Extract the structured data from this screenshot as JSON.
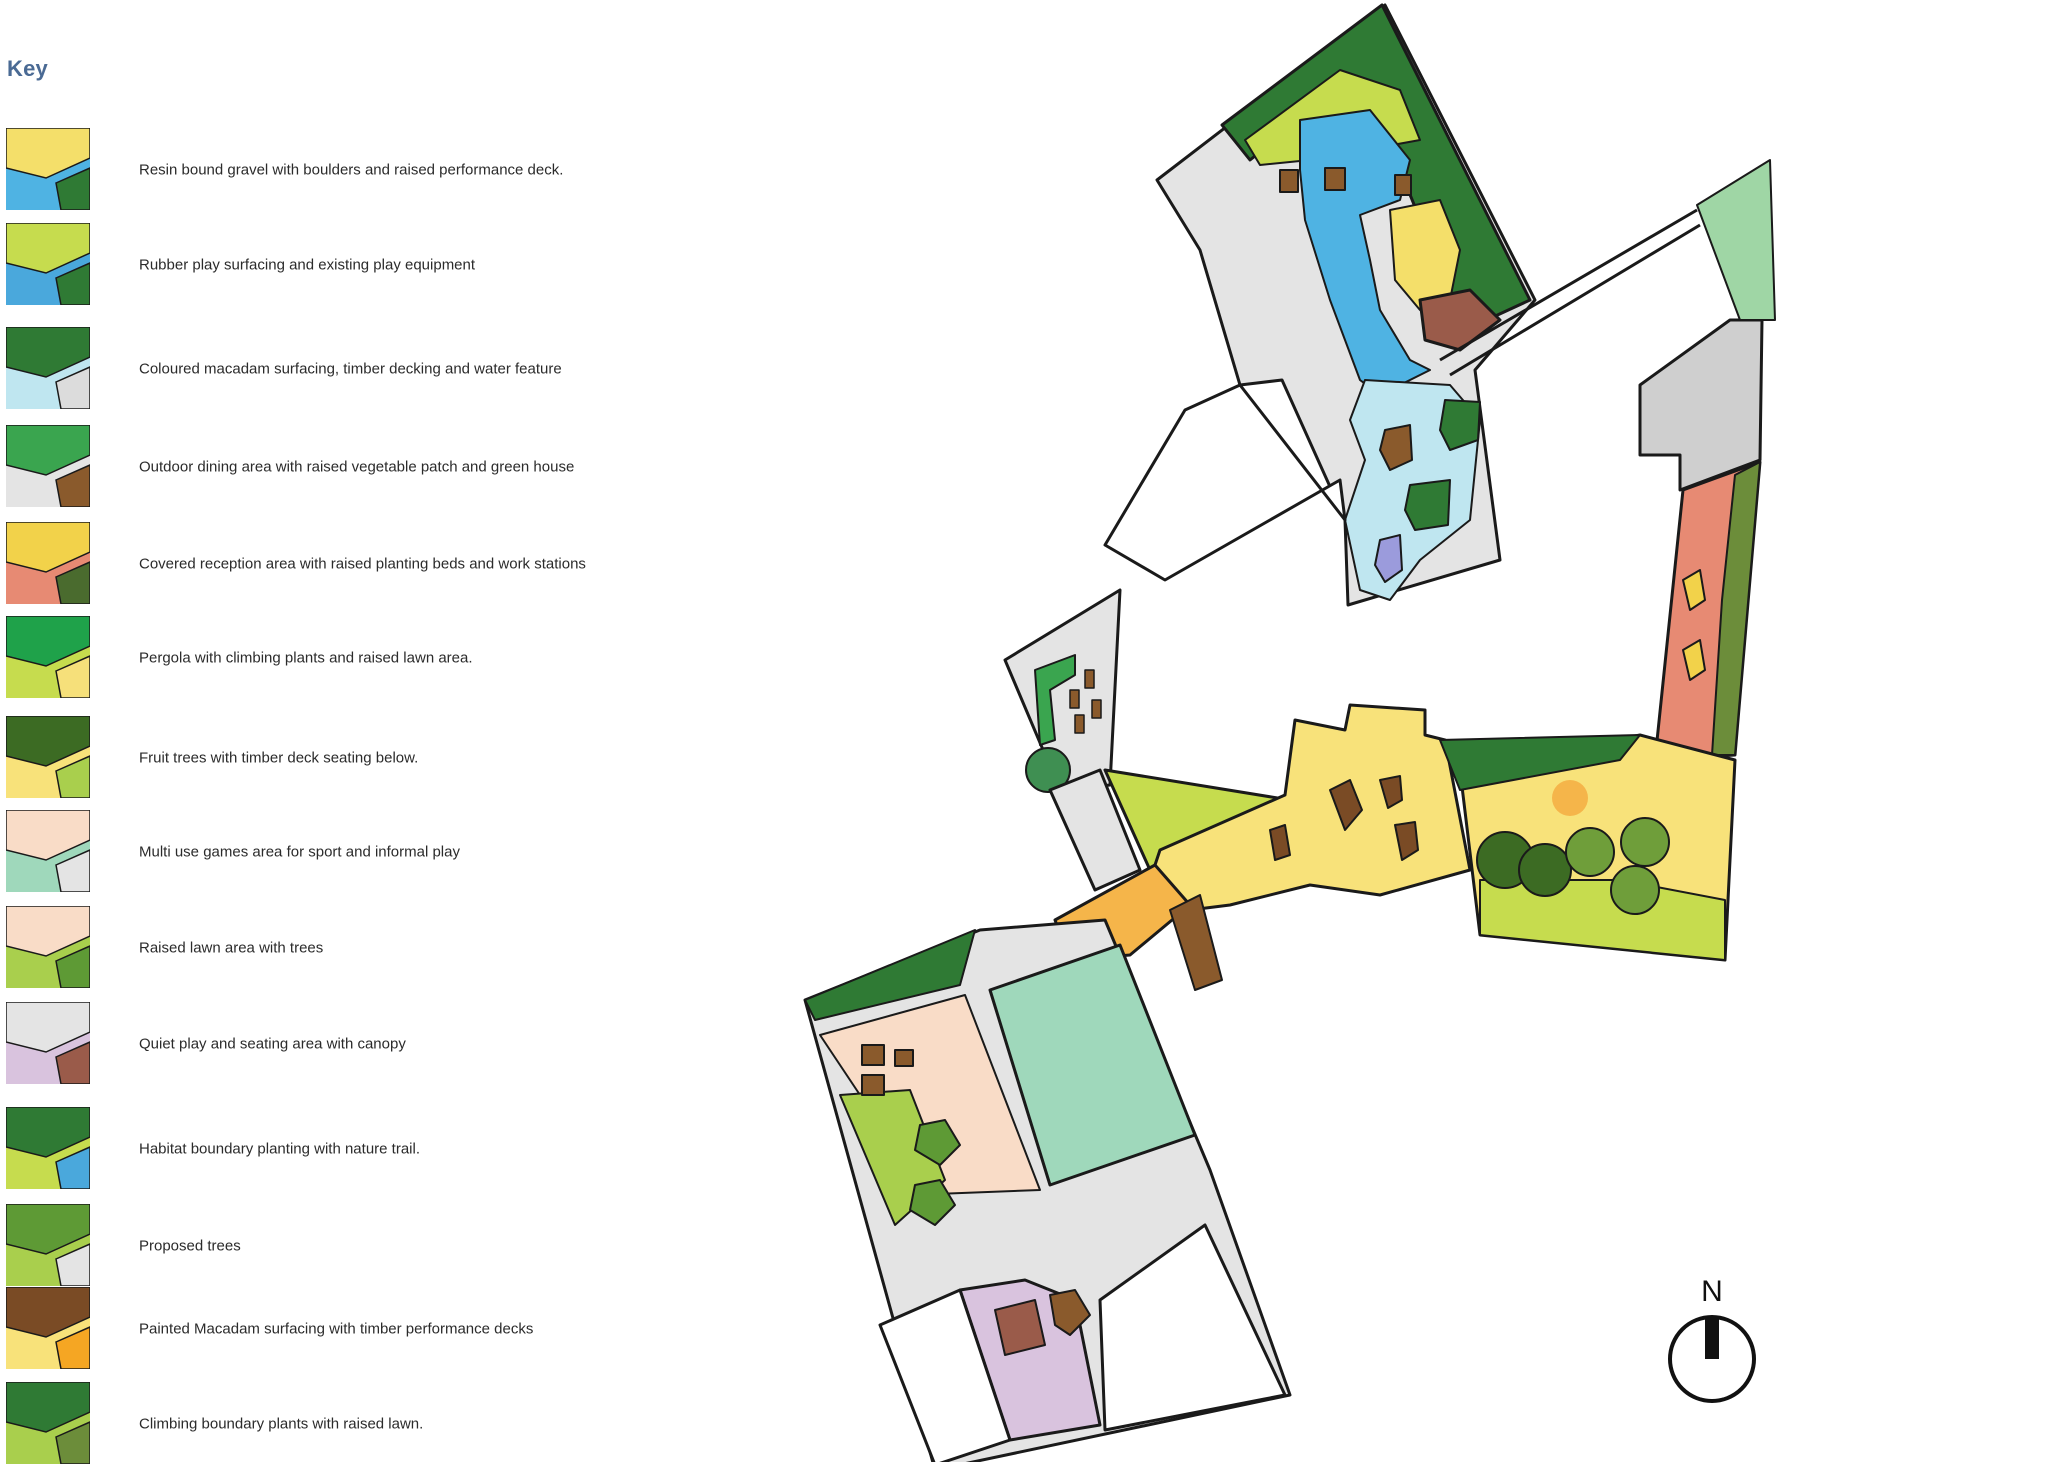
{
  "key": {
    "title": "Key",
    "items": [
      {
        "id": "resin-gravel",
        "label": "Resin bound gravel with boulders and raised performance deck.",
        "swatch": [
          "#4fb3e3",
          "#f4df6a",
          "#2f7a34"
        ]
      },
      {
        "id": "rubber-play",
        "label": "Rubber play surfacing and existing play equipment",
        "swatch": [
          "#4aa8dc",
          "#c6dc4e",
          "#2f7a34"
        ]
      },
      {
        "id": "coloured-macadam",
        "label": "Coloured macadam surfacing, timber decking and water feature",
        "swatch": [
          "#bfe6f0",
          "#2f7a34",
          "#dcdcdc"
        ]
      },
      {
        "id": "outdoor-dining",
        "label": "Outdoor dining area with raised vegetable patch and green house",
        "swatch": [
          "#e4e4e4",
          "#3aa54f",
          "#8a5a2c"
        ]
      },
      {
        "id": "covered-reception",
        "label": "Covered reception area with raised planting beds and work stations",
        "swatch": [
          "#e78a73",
          "#f2d24a",
          "#4a6b2e"
        ]
      },
      {
        "id": "pergola",
        "label": "Pergola with climbing plants and raised lawn area.",
        "swatch": [
          "#c6dc4e",
          "#1fa24a",
          "#f6e07a"
        ]
      },
      {
        "id": "fruit-trees",
        "label": "Fruit trees with timber deck seating below.",
        "swatch": [
          "#f8e27a",
          "#3c6b23",
          "#a9cf4d"
        ]
      },
      {
        "id": "muga",
        "label": "Multi use games area for sport and informal play",
        "swatch": [
          "#9fd8bb",
          "#f9dcc7",
          "#e4e4e4"
        ]
      },
      {
        "id": "raised-lawn",
        "label": "Raised lawn area with trees",
        "swatch": [
          "#a9cf4d",
          "#f9dcc7",
          "#5e9a35"
        ]
      },
      {
        "id": "quiet-play",
        "label": "Quiet play and seating area with canopy",
        "swatch": [
          "#d9c3de",
          "#e4e4e4",
          "#9a5b4a"
        ]
      },
      {
        "id": "habitat-boundary",
        "label": "Habitat boundary planting with nature trail.",
        "swatch": [
          "#c6dc4e",
          "#2f7a34",
          "#4aa8dc"
        ]
      },
      {
        "id": "proposed-trees",
        "label": "Proposed trees",
        "swatch": [
          "#a9cf4d",
          "#5e9a35",
          "#e4e4e4"
        ]
      },
      {
        "id": "painted-macadam",
        "label": "Painted Macadam surfacing with timber performance decks",
        "swatch": [
          "#f8e27a",
          "#7a4b25",
          "#f5a623"
        ]
      },
      {
        "id": "climbing-boundary",
        "label": "Climbing boundary plants with raised lawn.",
        "swatch": [
          "#a9cf4d",
          "#2f7a34",
          "#6c8d3a"
        ]
      }
    ]
  },
  "north_arrow": {
    "label": "N"
  },
  "colors": {
    "outline": "#1a1a1a",
    "paving": "#e4e4e4",
    "water": "#4fb3e3",
    "water_light": "#bfe6f0",
    "lawn": "#c6dc4e",
    "planting": "#2f7a34",
    "yellow_macadam": "#f8e27a",
    "orange": "#f5b54a",
    "timber": "#8a5a2c",
    "muga": "#9fd8bb",
    "peach": "#f9dcc7",
    "lilac": "#d9c3de",
    "reception": "#e78a73",
    "key_title": "#4a6a94"
  }
}
